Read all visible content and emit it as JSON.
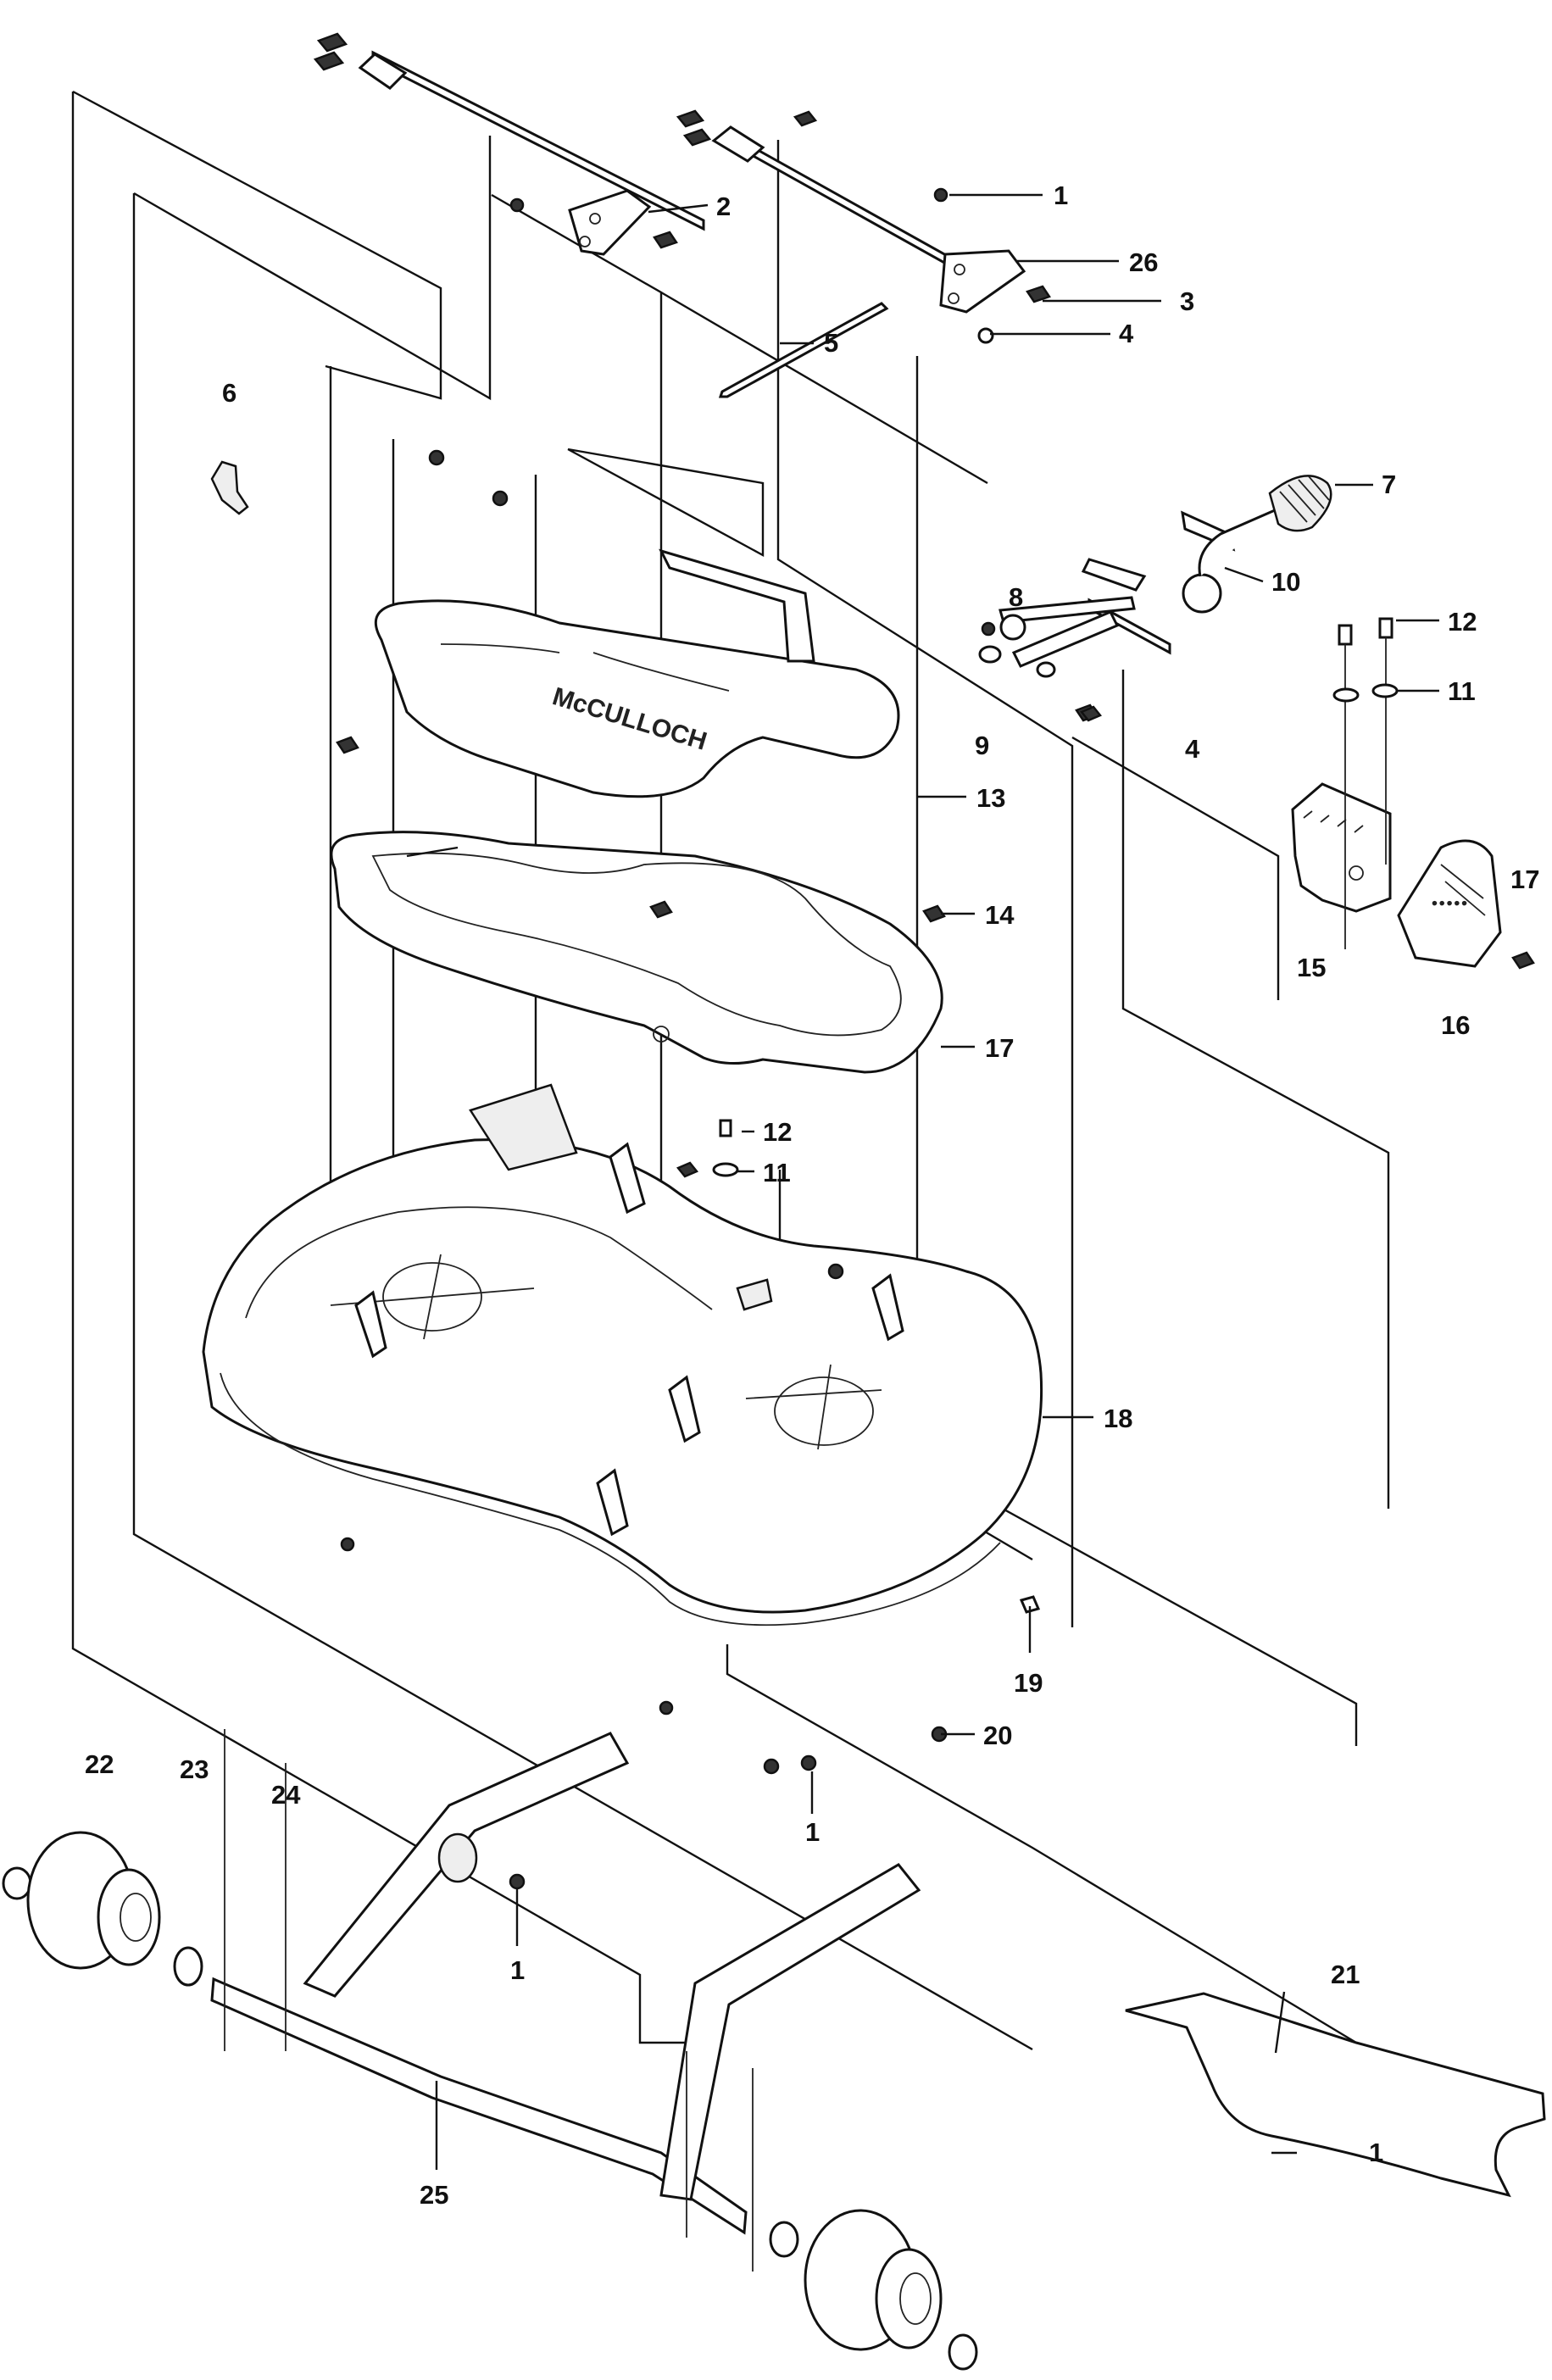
{
  "logo": {
    "text": "McCULLOCH"
  },
  "callouts": [
    {
      "id": "c1a",
      "label": "1"
    },
    {
      "id": "c2",
      "label": "2"
    },
    {
      "id": "c26",
      "label": "26"
    },
    {
      "id": "c3",
      "label": "3"
    },
    {
      "id": "c4a",
      "label": "4"
    },
    {
      "id": "c5",
      "label": "5"
    },
    {
      "id": "c6",
      "label": "6"
    },
    {
      "id": "c7",
      "label": "7"
    },
    {
      "id": "c10",
      "label": "10"
    },
    {
      "id": "c8",
      "label": "8"
    },
    {
      "id": "c12a",
      "label": "12"
    },
    {
      "id": "c11a",
      "label": "11"
    },
    {
      "id": "c9",
      "label": "9"
    },
    {
      "id": "c4b",
      "label": "4"
    },
    {
      "id": "c13",
      "label": "13"
    },
    {
      "id": "c14",
      "label": "14"
    },
    {
      "id": "c17a",
      "label": "17"
    },
    {
      "id": "c15",
      "label": "15"
    },
    {
      "id": "c16",
      "label": "16"
    },
    {
      "id": "c17b",
      "label": "17"
    },
    {
      "id": "c12b",
      "label": "12"
    },
    {
      "id": "c11b",
      "label": "11"
    },
    {
      "id": "c18",
      "label": "18"
    },
    {
      "id": "c19",
      "label": "19"
    },
    {
      "id": "c20",
      "label": "20"
    },
    {
      "id": "c1b",
      "label": "1"
    },
    {
      "id": "c22",
      "label": "22"
    },
    {
      "id": "c23",
      "label": "23"
    },
    {
      "id": "c24",
      "label": "24"
    },
    {
      "id": "c1c",
      "label": "1"
    },
    {
      "id": "c21",
      "label": "21"
    },
    {
      "id": "c1d",
      "label": "1"
    },
    {
      "id": "c25",
      "label": "25"
    }
  ]
}
